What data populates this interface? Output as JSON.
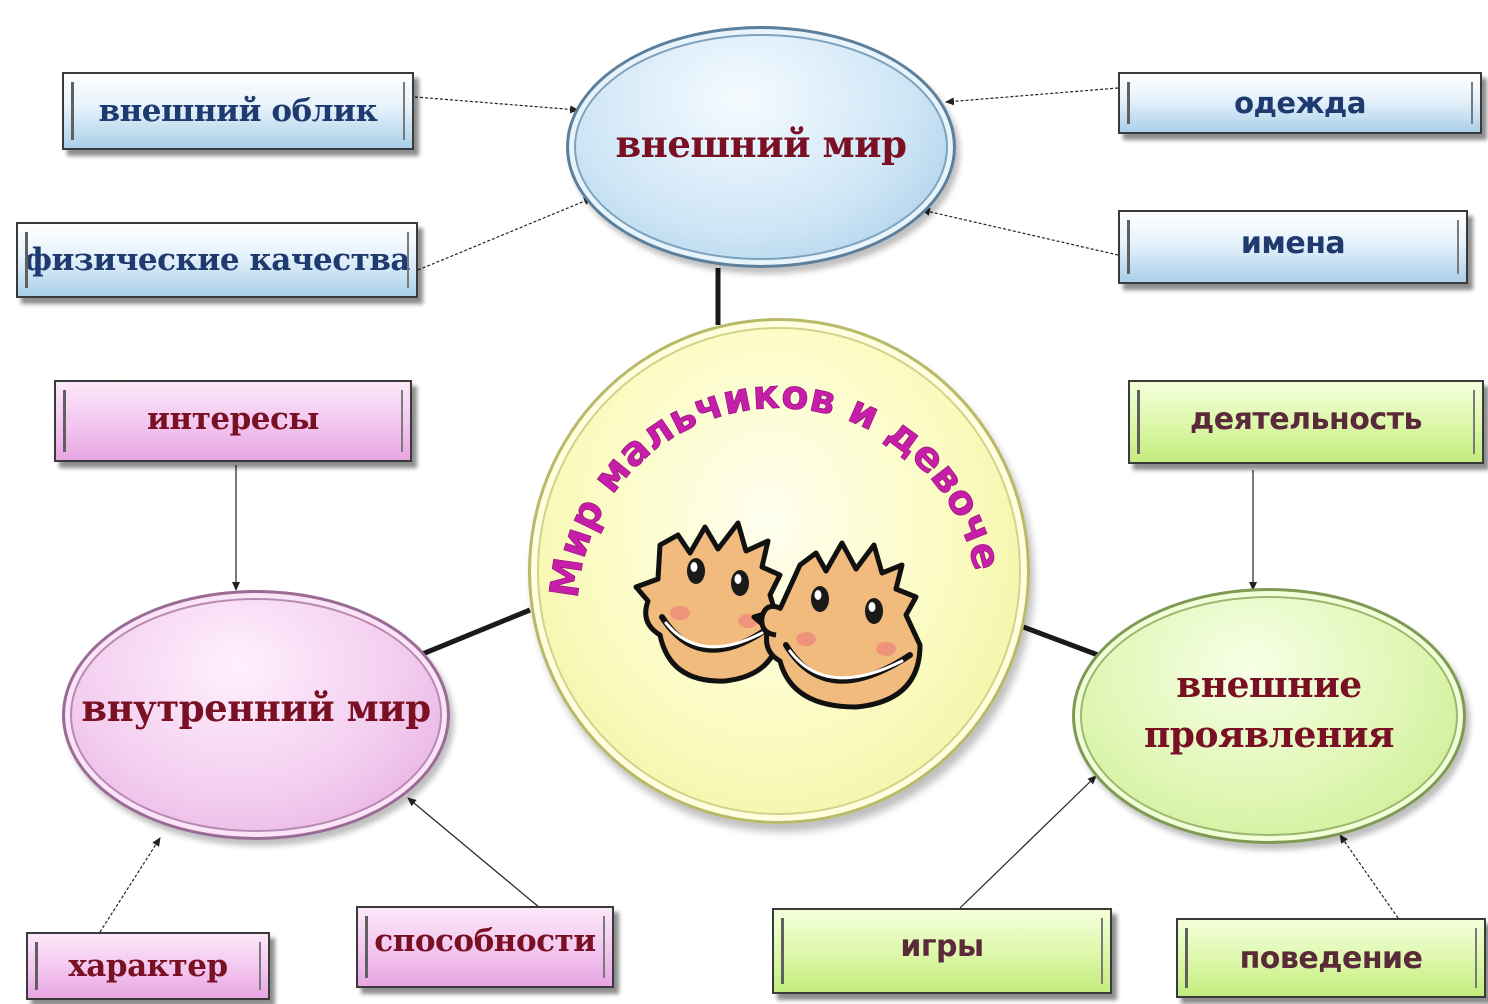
{
  "center": {
    "title": "Мир мальчиков и девочек",
    "illustration": "two-smiling-kids-faces"
  },
  "outer_world": {
    "label": "внешний мир",
    "items": [
      {
        "label": "внешний облик"
      },
      {
        "label": "физические качества"
      },
      {
        "label": "одежда"
      },
      {
        "label": "имена"
      }
    ]
  },
  "inner_world": {
    "label": "внутренний мир",
    "items": [
      {
        "label": "интересы"
      },
      {
        "label": "характер"
      },
      {
        "label": "способности"
      }
    ]
  },
  "manifestations": {
    "label_line1": "внешние",
    "label_line2": "проявления",
    "items": [
      {
        "label": "деятельность"
      },
      {
        "label": "игры"
      },
      {
        "label": "поведение"
      }
    ]
  },
  "colors": {
    "blue_theme": "#a9cfe9",
    "pink_theme": "#e7a6e2",
    "green_theme": "#c3ec7e",
    "center_theme": "#fbfbc2",
    "title_magenta": "#c71ea9",
    "text_maroon": "#7a1024",
    "text_navy": "#1e3a6e"
  }
}
